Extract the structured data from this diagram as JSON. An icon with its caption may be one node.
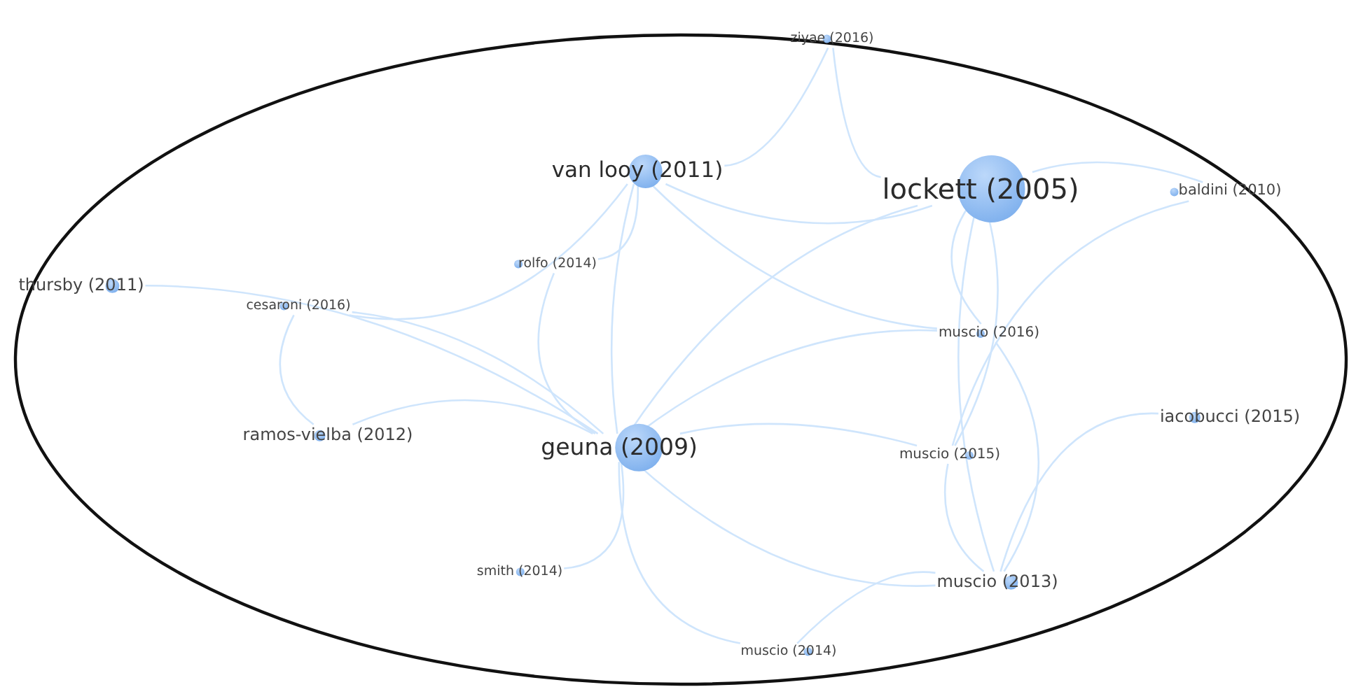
{
  "diagram": {
    "nodes": [
      {
        "text": [
          "ziyae (2016)"
        ]
      },
      {
        "text": [
          "van looy (2011)"
        ]
      },
      {
        "text": [
          "lockett (2005)"
        ]
      },
      {
        "text": [
          "baldini (2010)"
        ]
      },
      {
        "text": [
          "thursby (2011)"
        ]
      },
      {
        "text": [
          "rolfo (2014)"
        ]
      },
      {
        "text": [
          "cesaroni (2016)"
        ]
      },
      {
        "text": [
          "muscio (2016)"
        ]
      },
      {
        "text": [
          "iacobucci (2015)"
        ]
      },
      {
        "text": [
          "ramos-vielba (2012)"
        ]
      },
      {
        "text": [
          "geuna (2009)"
        ]
      },
      {
        "text": [
          "muscio (2015)"
        ]
      },
      {
        "text": [
          "smith (2014)"
        ]
      },
      {
        "text": [
          "muscio (2013)"
        ]
      },
      {
        "text": [
          "muscio (2014)"
        ]
      }
    ],
    "edges": [
      {
        "from": 0,
        "to": 1,
        "arrow": "none"
      },
      {
        "from": 0,
        "to": 2,
        "arrow": "none"
      },
      {
        "from": 1,
        "to": 2,
        "arrow": "none"
      },
      {
        "from": 1,
        "to": 6,
        "arrow": "none"
      },
      {
        "from": 1,
        "to": 5,
        "arrow": "none"
      },
      {
        "from": 5,
        "to": 10,
        "arrow": "none"
      },
      {
        "from": 1,
        "to": 10,
        "arrow": "none"
      },
      {
        "from": 1,
        "to": 7,
        "arrow": "none"
      },
      {
        "from": 2,
        "to": 10,
        "arrow": "none"
      },
      {
        "from": 2,
        "to": 3,
        "arrow": "none"
      },
      {
        "from": 2,
        "to": 7,
        "arrow": "none"
      },
      {
        "from": 2,
        "to": 11,
        "arrow": "none"
      },
      {
        "from": 2,
        "to": 13,
        "arrow": "none"
      },
      {
        "from": 3,
        "to": 11,
        "arrow": "none"
      },
      {
        "from": 8,
        "to": 13,
        "arrow": "none"
      },
      {
        "from": 4,
        "to": 10,
        "arrow": "none"
      },
      {
        "from": 6,
        "to": 9,
        "arrow": "none"
      },
      {
        "from": 6,
        "to": 10,
        "arrow": "none"
      },
      {
        "from": 9,
        "to": 10,
        "arrow": "none"
      },
      {
        "from": 10,
        "to": 7,
        "arrow": "none"
      },
      {
        "from": 10,
        "to": 11,
        "arrow": "none"
      },
      {
        "from": 10,
        "to": 13,
        "arrow": "none"
      },
      {
        "from": 10,
        "to": 14,
        "arrow": "none"
      },
      {
        "from": 10,
        "to": 12,
        "arrow": "none"
      },
      {
        "from": 11,
        "to": 13,
        "arrow": "none"
      },
      {
        "from": 7,
        "to": 13,
        "arrow": "none"
      },
      {
        "from": 13,
        "to": 14,
        "arrow": "none"
      }
    ]
  }
}
